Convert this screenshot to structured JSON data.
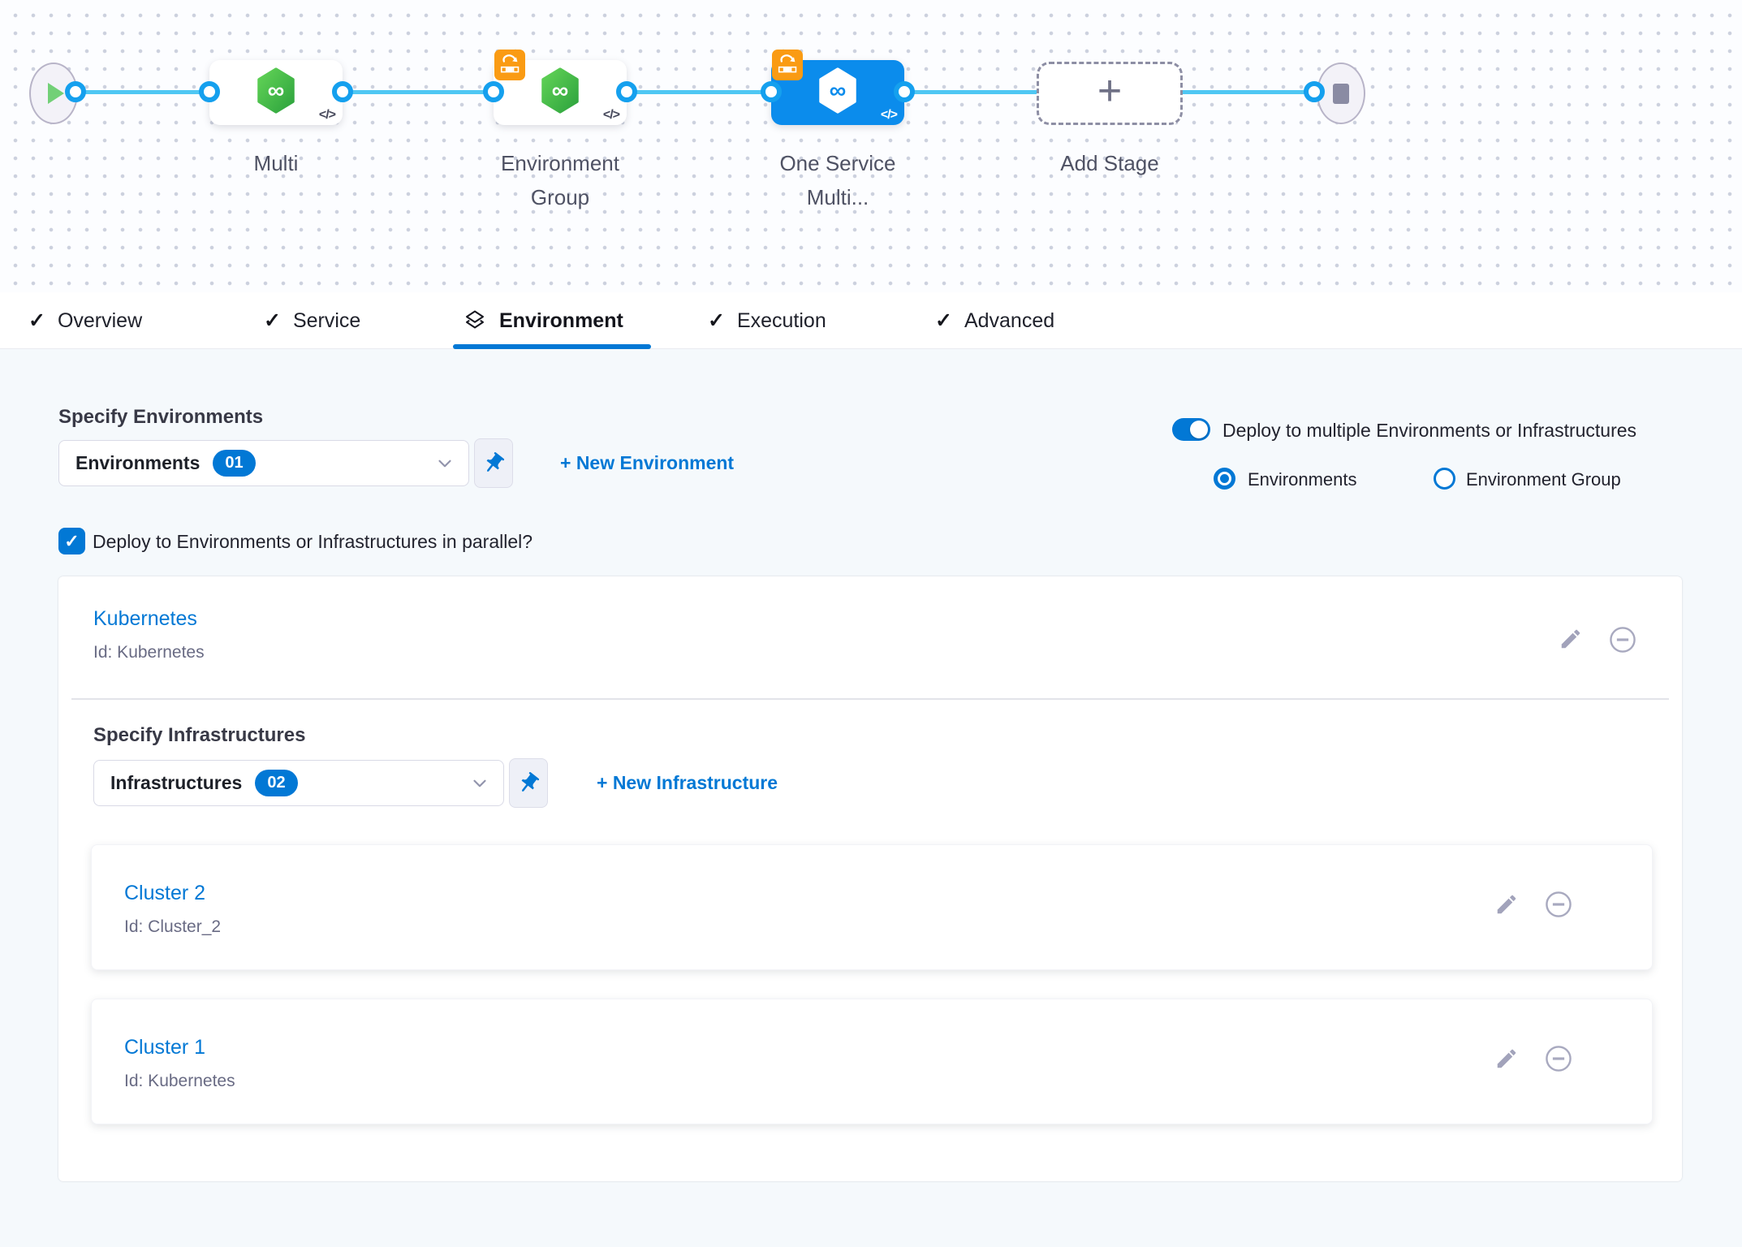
{
  "glyphs": {
    "infinity": "∞",
    "plus": "+",
    "check": "✓",
    "code": "</>"
  },
  "canvas": {
    "stages": {
      "multi": {
        "label_line1": "Multi",
        "label_line2": ""
      },
      "environment_group": {
        "label_line1": "Environment",
        "label_line2": "Group"
      },
      "one_service": {
        "label_line1": "One Service",
        "label_line2": "Multi..."
      }
    },
    "add_stage_label": "Add Stage"
  },
  "tabs": {
    "overview": "Overview",
    "service": "Service",
    "environment": "Environment",
    "execution": "Execution",
    "advanced": "Advanced"
  },
  "environment_panel": {
    "specify_environments_label": "Specify Environments",
    "environments_select": {
      "value": "Environments",
      "count": "01"
    },
    "new_environment_link": "+ New Environment",
    "multi_deploy_toggle_label": "Deploy to multiple Environments or Infrastructures",
    "radio_environments_label": "Environments",
    "radio_environment_group_label": "Environment Group",
    "parallel_checkbox_label": "Deploy to Environments or Infrastructures in parallel?"
  },
  "environment_card": {
    "title": "Kubernetes",
    "id_text": "Id: Kubernetes",
    "specify_infrastructures_label": "Specify Infrastructures",
    "infrastructures_select": {
      "value": "Infrastructures",
      "count": "02"
    },
    "new_infrastructure_link": "+ New Infrastructure",
    "infrastructures": [
      {
        "title": "Cluster 2",
        "id_text": "Id: Cluster_2"
      },
      {
        "title": "Cluster 1",
        "id_text": "Id: Kubernetes"
      }
    ]
  },
  "colors": {
    "accent_blue": "#0278d5",
    "node_selected_blue": "#0b8cec",
    "connector_blue": "#4fc7f3",
    "harness_green": "#42b450",
    "badge_orange": "#fa9b13",
    "icon_gray": "#a2a3bb"
  }
}
